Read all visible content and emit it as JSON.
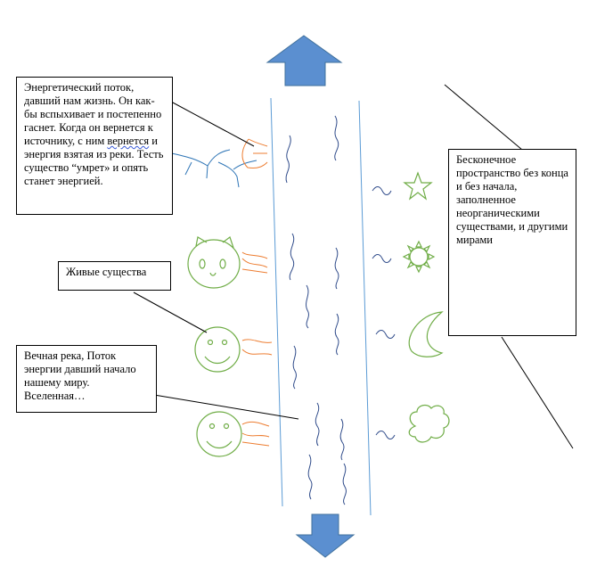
{
  "callouts": {
    "energy_flow": {
      "part1": "Энергетический поток, давший нам жизнь. Он как-бы вспыхивает и постепенно гаснет. Когда он вернется к источнику, с ним ",
      "underlined": "вернется",
      "part2": " и энергия взятая из реки. Тесть существо “умрет» и опять станет энергией."
    },
    "living_beings": "Живые существа",
    "eternal_river": {
      "line1": "Вечная река, Поток энергии давший начало нашему миру.",
      "line2": "Вселенная…"
    },
    "infinite_space": "Бесконечное пространство без конца и без начала, заполненное неорганическими существами, и другими мирами"
  },
  "icons": {
    "top": "arrow-up-icon",
    "bottom": "arrow-down-icon",
    "beings": [
      "cat-face-icon",
      "smiley-face-icon",
      "smiley-face-icon"
    ],
    "worlds": [
      "star-icon",
      "sun-icon",
      "crescent-moon-icon",
      "cloud-icon"
    ]
  },
  "colors": {
    "arrow_fill": "#5b8fd0",
    "river_line": "#5b9bd5",
    "squiggle": "#2f4b8a",
    "beings": "#70ad47",
    "energy_tentacle": "#ed7d31",
    "leader": "#000000"
  }
}
